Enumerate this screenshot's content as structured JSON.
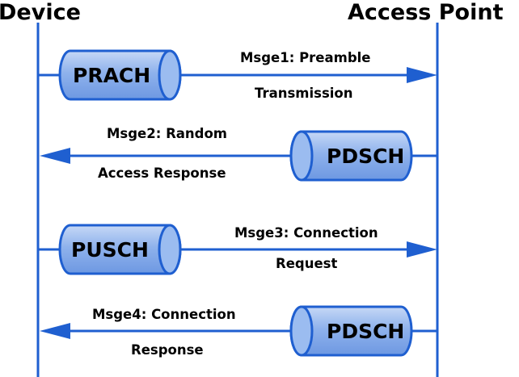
{
  "headers": {
    "device": "Device",
    "access_point": "Access Point"
  },
  "messages": [
    {
      "channel": "PRACH",
      "direction": "device-to-ap",
      "line1": "Msge1: Preamble",
      "line2": "Transmission"
    },
    {
      "channel": "PDSCH",
      "direction": "ap-to-device",
      "line1": "Msge2: Random",
      "line2": "Access Response"
    },
    {
      "channel": "PUSCH",
      "direction": "device-to-ap",
      "line1": "Msge3: Connection",
      "line2": "Request"
    },
    {
      "channel": "PDSCH",
      "direction": "ap-to-device",
      "line1": "Msge4: Connection",
      "line2": "Response"
    }
  ],
  "colors": {
    "line": "#1f5fd0",
    "cylinder": "#8fb2ec",
    "cylinder_stroke": "#1f5fd0",
    "text": "#000000"
  }
}
